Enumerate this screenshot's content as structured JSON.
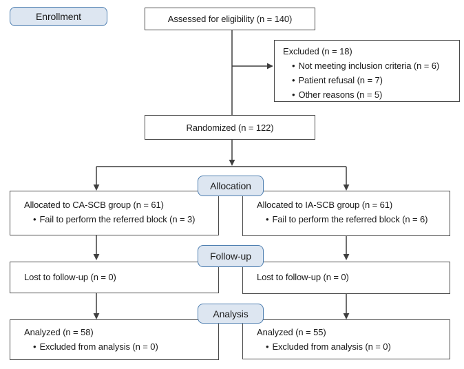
{
  "colors": {
    "label_fill": "#dde6f1",
    "label_border": "#4d7eb0",
    "box_border": "#4a4a4a",
    "line": "#3f3f3f",
    "text": "#1a1a1a",
    "background": "#ffffff"
  },
  "stage_labels": {
    "enrollment": "Enrollment",
    "allocation": "Allocation",
    "follow_up": "Follow-up",
    "analysis": "Analysis"
  },
  "boxes": {
    "assessed": {
      "title": "Assessed for eligibility (n = 140)"
    },
    "excluded": {
      "title": "Excluded (n = 18)",
      "items": [
        "Not meeting inclusion criteria (n = 6)",
        "Patient refusal (n = 7)",
        "Other reasons (n = 5)"
      ]
    },
    "randomized": {
      "title": "Randomized (n = 122)"
    },
    "allocated_ca_scb": {
      "title": "Allocated to CA-SCB group (n = 61)",
      "items": [
        "Fail to perform the referred block (n = 3)"
      ]
    },
    "allocated_ia_scb": {
      "title": "Allocated to IA-SCB group (n = 61)",
      "items": [
        "Fail to perform the referred block (n = 6)"
      ]
    },
    "lost_follow_up_left": {
      "title": "Lost to follow-up (n = 0)"
    },
    "lost_follow_up_right": {
      "title": "Lost to follow-up (n = 0)"
    },
    "analyzed_left": {
      "title": "Analyzed (n = 58)",
      "items": [
        "Excluded from analysis (n = 0)"
      ]
    },
    "analyzed_right": {
      "title": "Analyzed (n = 55)",
      "items": [
        "Excluded from analysis (n = 0)"
      ]
    }
  }
}
